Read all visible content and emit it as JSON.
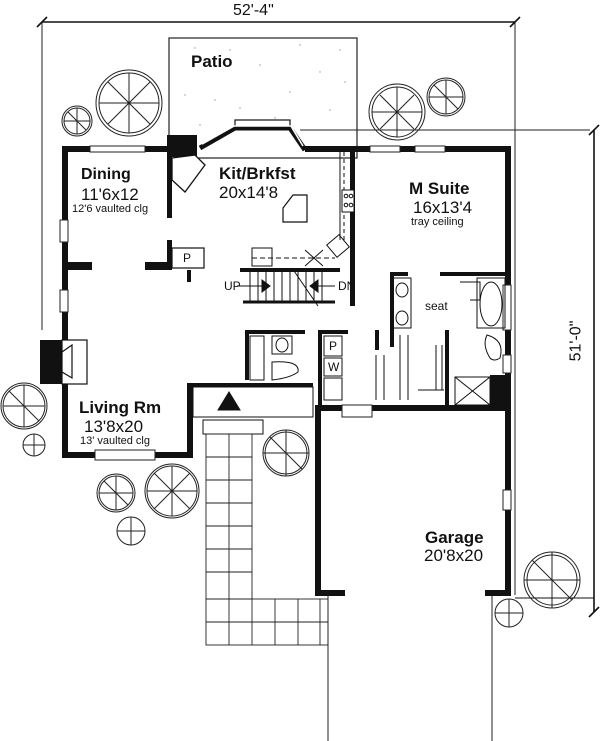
{
  "dimensions": {
    "width": "52'-4\"",
    "depth": "51'-0\""
  },
  "rooms": {
    "patio": {
      "name": "Patio"
    },
    "dining": {
      "name": "Dining",
      "size": "11'6x12",
      "note": "12'6 vaulted clg"
    },
    "kitchen": {
      "name": "Kit/Brkfst",
      "size": "20x14'8"
    },
    "master": {
      "name": "M Suite",
      "size": "16x13'4",
      "note": "tray ceiling"
    },
    "living": {
      "name": "Living Rm",
      "size": "13'8x20",
      "note": "13' vaulted clg"
    },
    "garage": {
      "name": "Garage",
      "size": "20'8x20"
    }
  },
  "annotations": {
    "stairs_up": "UP",
    "stairs_down": "DN",
    "pantry": "P",
    "laundry_p": "P",
    "laundry_w": "W",
    "seat": "seat"
  },
  "colors": {
    "wall": "#111111",
    "line": "#222222",
    "background": "#ffffff"
  }
}
